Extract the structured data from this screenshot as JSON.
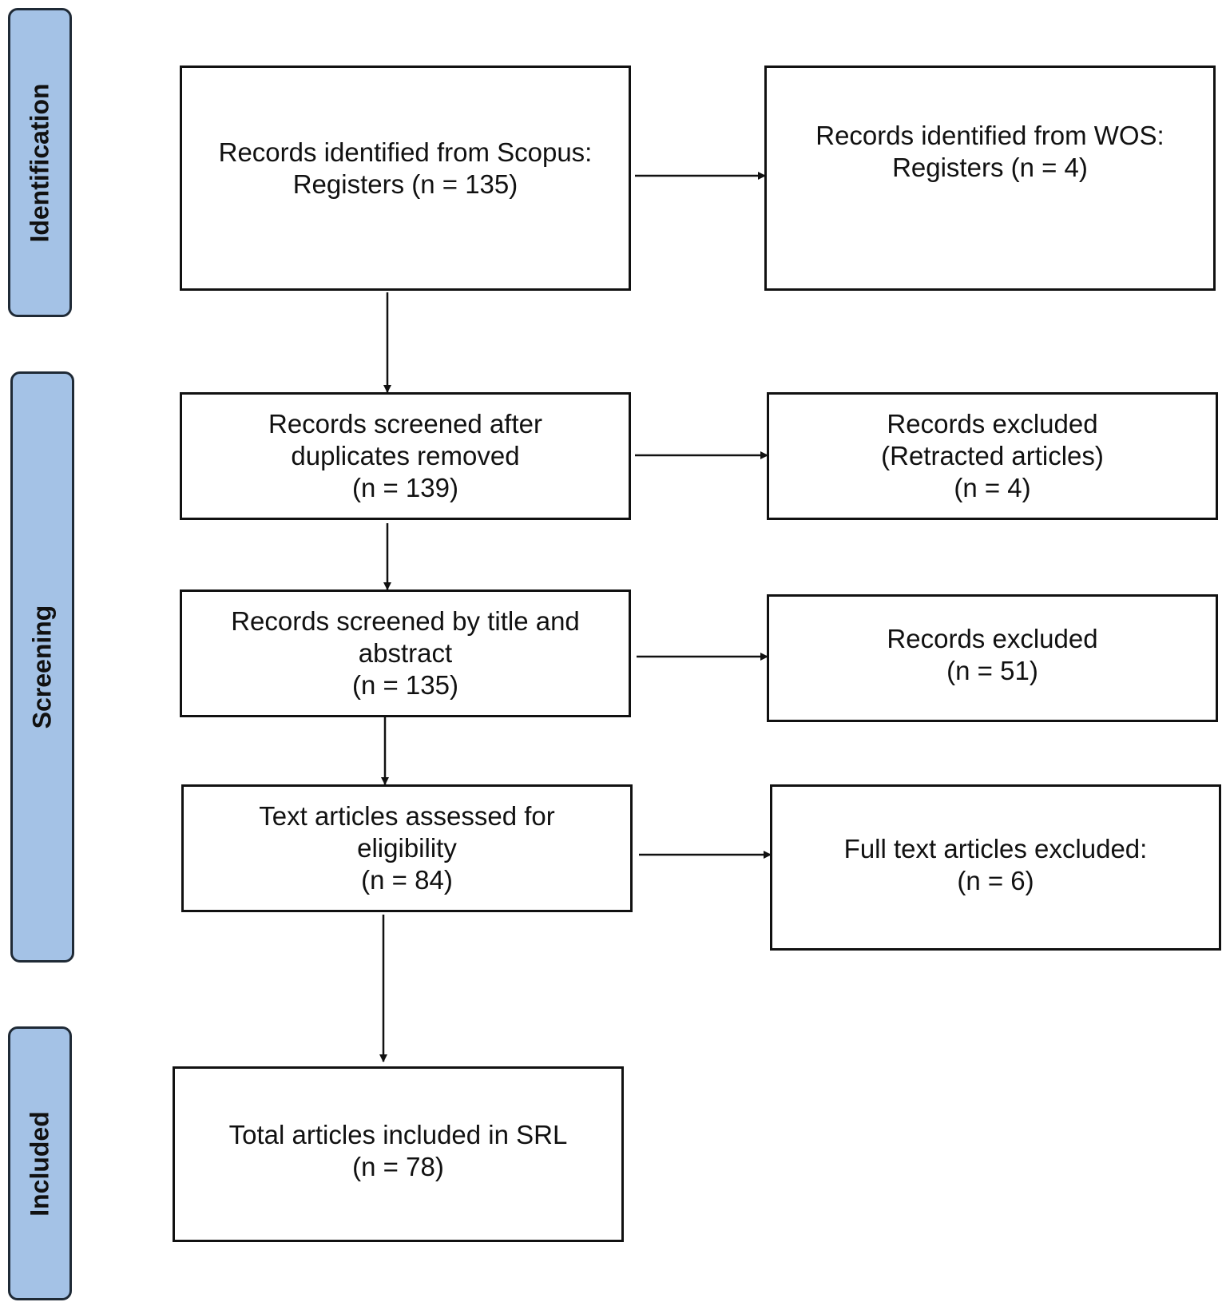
{
  "phases": {
    "identification": "Identification",
    "screening": "Screening",
    "included": "Included"
  },
  "boxes": {
    "scopus": {
      "line1": "Records identified from Scopus:",
      "line2": "Registers (n = 135)"
    },
    "wos": {
      "line1": "Records identified from WOS:",
      "line2": "Registers (n = 4)"
    },
    "duplicates": {
      "line1": "Records screened after",
      "line2": "duplicates removed",
      "line3": "(n = 139)"
    },
    "retracted": {
      "line1": "Records excluded",
      "line2": "(Retracted articles)",
      "line3": "(n = 4)"
    },
    "title_abstract": {
      "line1": "Records screened by title and",
      "line2": "abstract",
      "line3": "(n = 135)"
    },
    "excluded": {
      "line1": "Records excluded",
      "line2": "(n = 51)"
    },
    "eligibility": {
      "line1": "Text articles assessed for",
      "line2": "eligibility",
      "line3": "(n = 84)"
    },
    "fulltext_excluded": {
      "line1": "Full text articles excluded:",
      "line2": "(n = 6)"
    },
    "total": {
      "line1": "Total articles included in SRL",
      "line2": "(n = 78)"
    }
  },
  "colors": {
    "phase_fill": "#a4c2e6",
    "line": "#111111"
  }
}
